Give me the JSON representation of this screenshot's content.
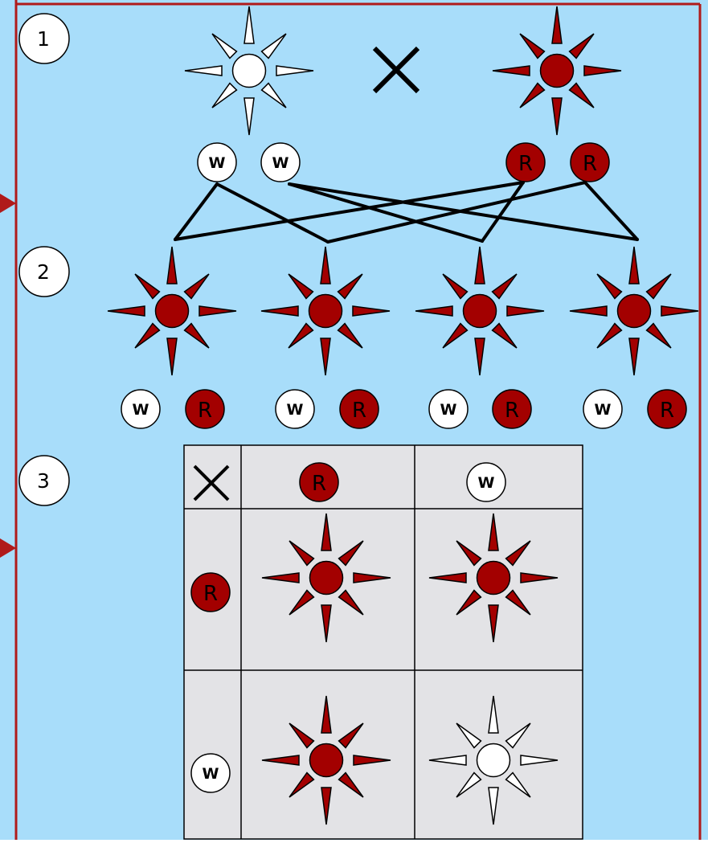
{
  "colors": {
    "background": "#a8ddfa",
    "border": "#b01a1a",
    "red": "#a30000",
    "white": "#ffffff",
    "stroke": "#000000",
    "table_fill": "#e3e3e6"
  },
  "steps": [
    "1",
    "2",
    "3"
  ],
  "cross_symbol": "cross-icon",
  "parents": [
    {
      "flower": "white-flower-icon",
      "alleles": [
        "W",
        "W"
      ]
    },
    {
      "flower": "red-flower-icon",
      "alleles": [
        "R",
        "R"
      ]
    }
  ],
  "offspring": [
    {
      "flower": "red-flower-icon",
      "alleles": [
        "W",
        "R"
      ]
    },
    {
      "flower": "red-flower-icon",
      "alleles": [
        "W",
        "R"
      ]
    },
    {
      "flower": "red-flower-icon",
      "alleles": [
        "W",
        "R"
      ]
    },
    {
      "flower": "red-flower-icon",
      "alleles": [
        "W",
        "R"
      ]
    }
  ],
  "punnett": {
    "header": [
      "R",
      "W"
    ],
    "rows": [
      {
        "allele": "R",
        "cells": [
          "red",
          "red"
        ]
      },
      {
        "allele": "W",
        "cells": [
          "red",
          "white"
        ]
      }
    ]
  }
}
